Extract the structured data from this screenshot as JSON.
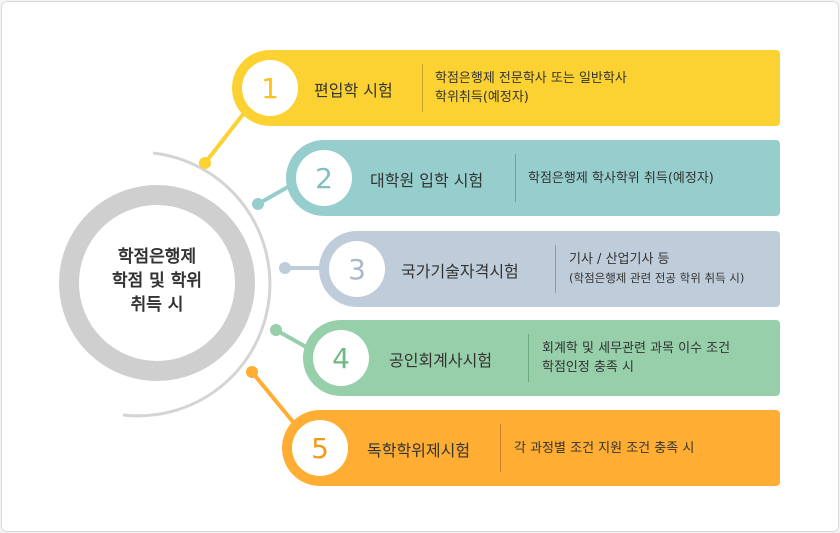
{
  "center": {
    "line1": "학점은행제",
    "line2": "학점 및 학위",
    "line3": "취득 시"
  },
  "items": [
    {
      "number": "1",
      "title": "편입학 시험",
      "desc1": "학점은행제 전문학사 또는 일반학사",
      "desc2": "학위취득(예정자)",
      "color": "#FBD232"
    },
    {
      "number": "2",
      "title": "대학원 입학 시험",
      "desc1": "학점은행제 학사학위 취득(예정자)",
      "desc2": "",
      "color": "#96CDCD"
    },
    {
      "number": "3",
      "title": "국가기술자격시험",
      "desc1": "기사 / 산업기사 등",
      "desc2": "(학점은행제 관련 전공 학위 취득 시)",
      "color": "#BFCCDA"
    },
    {
      "number": "4",
      "title": "공인회계사시험",
      "desc1": "회계학 및 세무관련 과목 이수 조건",
      "desc2": "학점인정 충족 시",
      "color": "#96CFA9"
    },
    {
      "number": "5",
      "title": "독학학위제시험",
      "desc1": "각 과정별 조건 지원 조건 충족 시",
      "desc2": "",
      "color": "#FFAE33"
    }
  ]
}
